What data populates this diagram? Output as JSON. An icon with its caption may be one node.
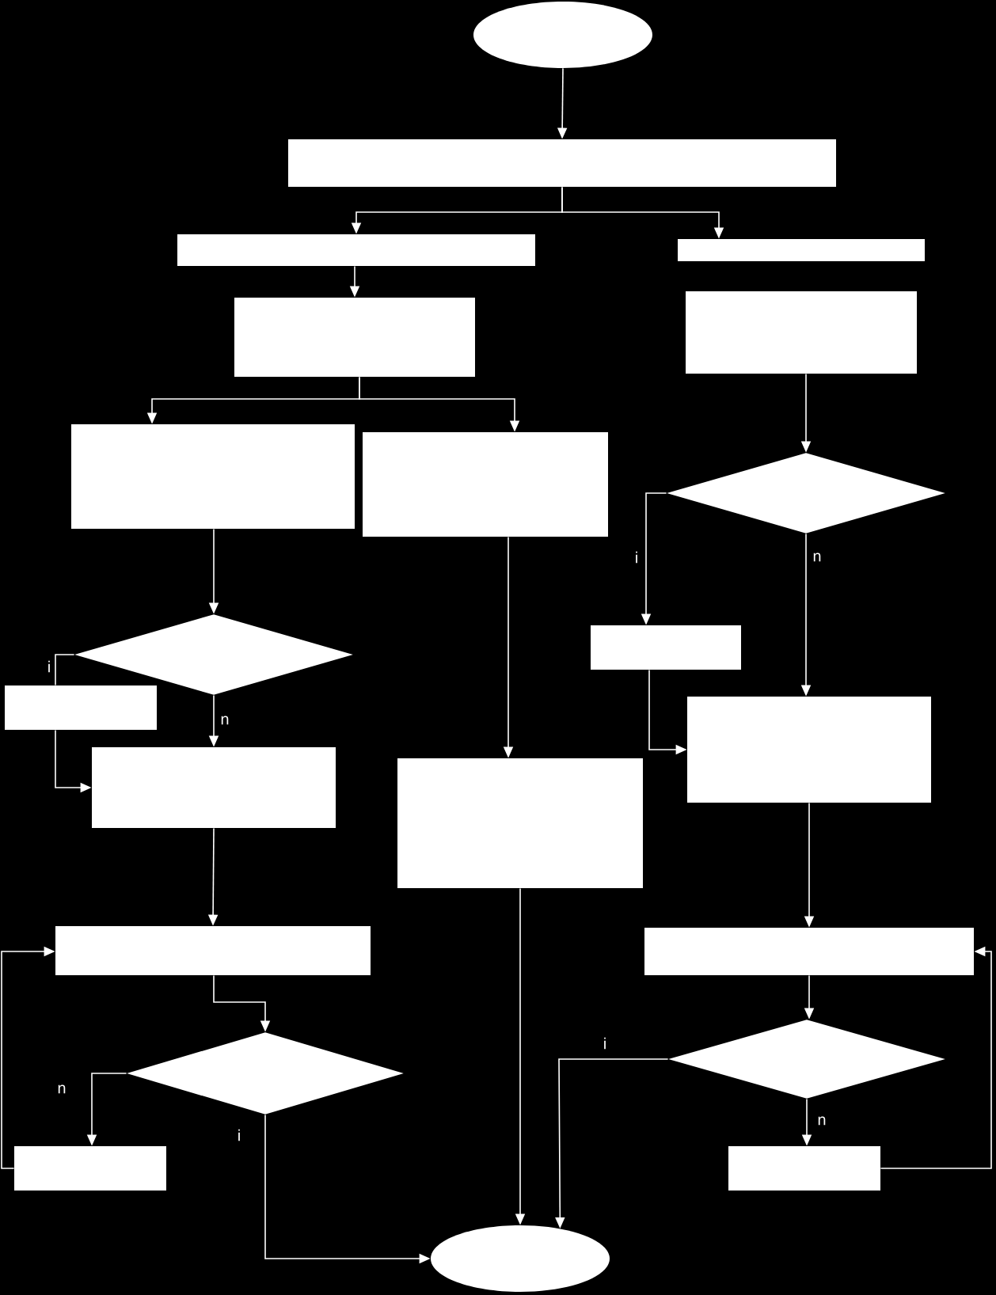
{
  "diagram": {
    "nodes": [
      {
        "text": [],
        "shape": "ellipse"
      },
      {
        "text": [],
        "shape": "box"
      },
      {
        "text": [],
        "shape": "box"
      },
      {
        "text": [],
        "shape": "box"
      },
      {
        "text": [],
        "shape": "box"
      },
      {
        "text": [],
        "shape": "box"
      },
      {
        "text": [],
        "shape": "box"
      },
      {
        "text": [],
        "shape": "box"
      },
      {
        "text": [],
        "shape": "diamond"
      },
      {
        "text": [],
        "shape": "diamond"
      },
      {
        "text": [],
        "shape": "box"
      },
      {
        "text": [],
        "shape": "box"
      },
      {
        "text": [],
        "shape": "box"
      },
      {
        "text": [],
        "shape": "box"
      },
      {
        "text": [],
        "shape": "box"
      },
      {
        "text": [],
        "shape": "box"
      },
      {
        "text": [],
        "shape": "box"
      },
      {
        "text": [],
        "shape": "diamond"
      },
      {
        "text": [],
        "shape": "diamond"
      },
      {
        "text": [],
        "shape": "box"
      },
      {
        "text": [],
        "shape": "box"
      },
      {
        "text": [],
        "shape": "ellipse"
      }
    ],
    "edges": [
      {
        "from": 0,
        "to": 1,
        "arrow": "to"
      },
      {
        "from": 1,
        "to": 2,
        "arrow": "to"
      },
      {
        "from": 1,
        "to": 3,
        "arrow": "to"
      },
      {
        "from": 2,
        "to": 4,
        "arrow": "to"
      },
      {
        "from": 4,
        "to": 6,
        "arrow": "to"
      },
      {
        "from": 4,
        "to": 7,
        "arrow": "to"
      },
      {
        "from": 5,
        "to": 8,
        "arrow": "to"
      },
      {
        "from": 6,
        "to": 9,
        "arrow": "to"
      },
      {
        "from": 9,
        "to": 11,
        "arrow": "none",
        "label": "i"
      },
      {
        "from": 9,
        "to": 13,
        "arrow": "to",
        "label": "n"
      },
      {
        "from": 11,
        "to": 13,
        "arrow": "to"
      },
      {
        "from": 8,
        "to": 10,
        "arrow": "to",
        "label": "i"
      },
      {
        "from": 8,
        "to": 12,
        "arrow": "to",
        "label": "n"
      },
      {
        "from": 10,
        "to": 12,
        "arrow": "to"
      },
      {
        "from": 13,
        "to": 15,
        "arrow": "to"
      },
      {
        "from": 7,
        "to": 14,
        "arrow": "to"
      },
      {
        "from": 12,
        "to": 16,
        "arrow": "to"
      },
      {
        "from": 15,
        "to": 17,
        "arrow": "to"
      },
      {
        "from": 17,
        "to": 19,
        "arrow": "to",
        "label": "n"
      },
      {
        "from": 17,
        "to": 21,
        "arrow": "to",
        "label": "i"
      },
      {
        "from": 19,
        "to": 15,
        "arrow": "to"
      },
      {
        "from": 14,
        "to": 21,
        "arrow": "to"
      },
      {
        "from": 16,
        "to": 18,
        "arrow": "to"
      },
      {
        "from": 18,
        "to": 21,
        "arrow": "to",
        "label": "i"
      },
      {
        "from": 18,
        "to": 20,
        "arrow": "to",
        "label": "n"
      },
      {
        "from": 20,
        "to": 16,
        "arrow": "to"
      }
    ]
  }
}
